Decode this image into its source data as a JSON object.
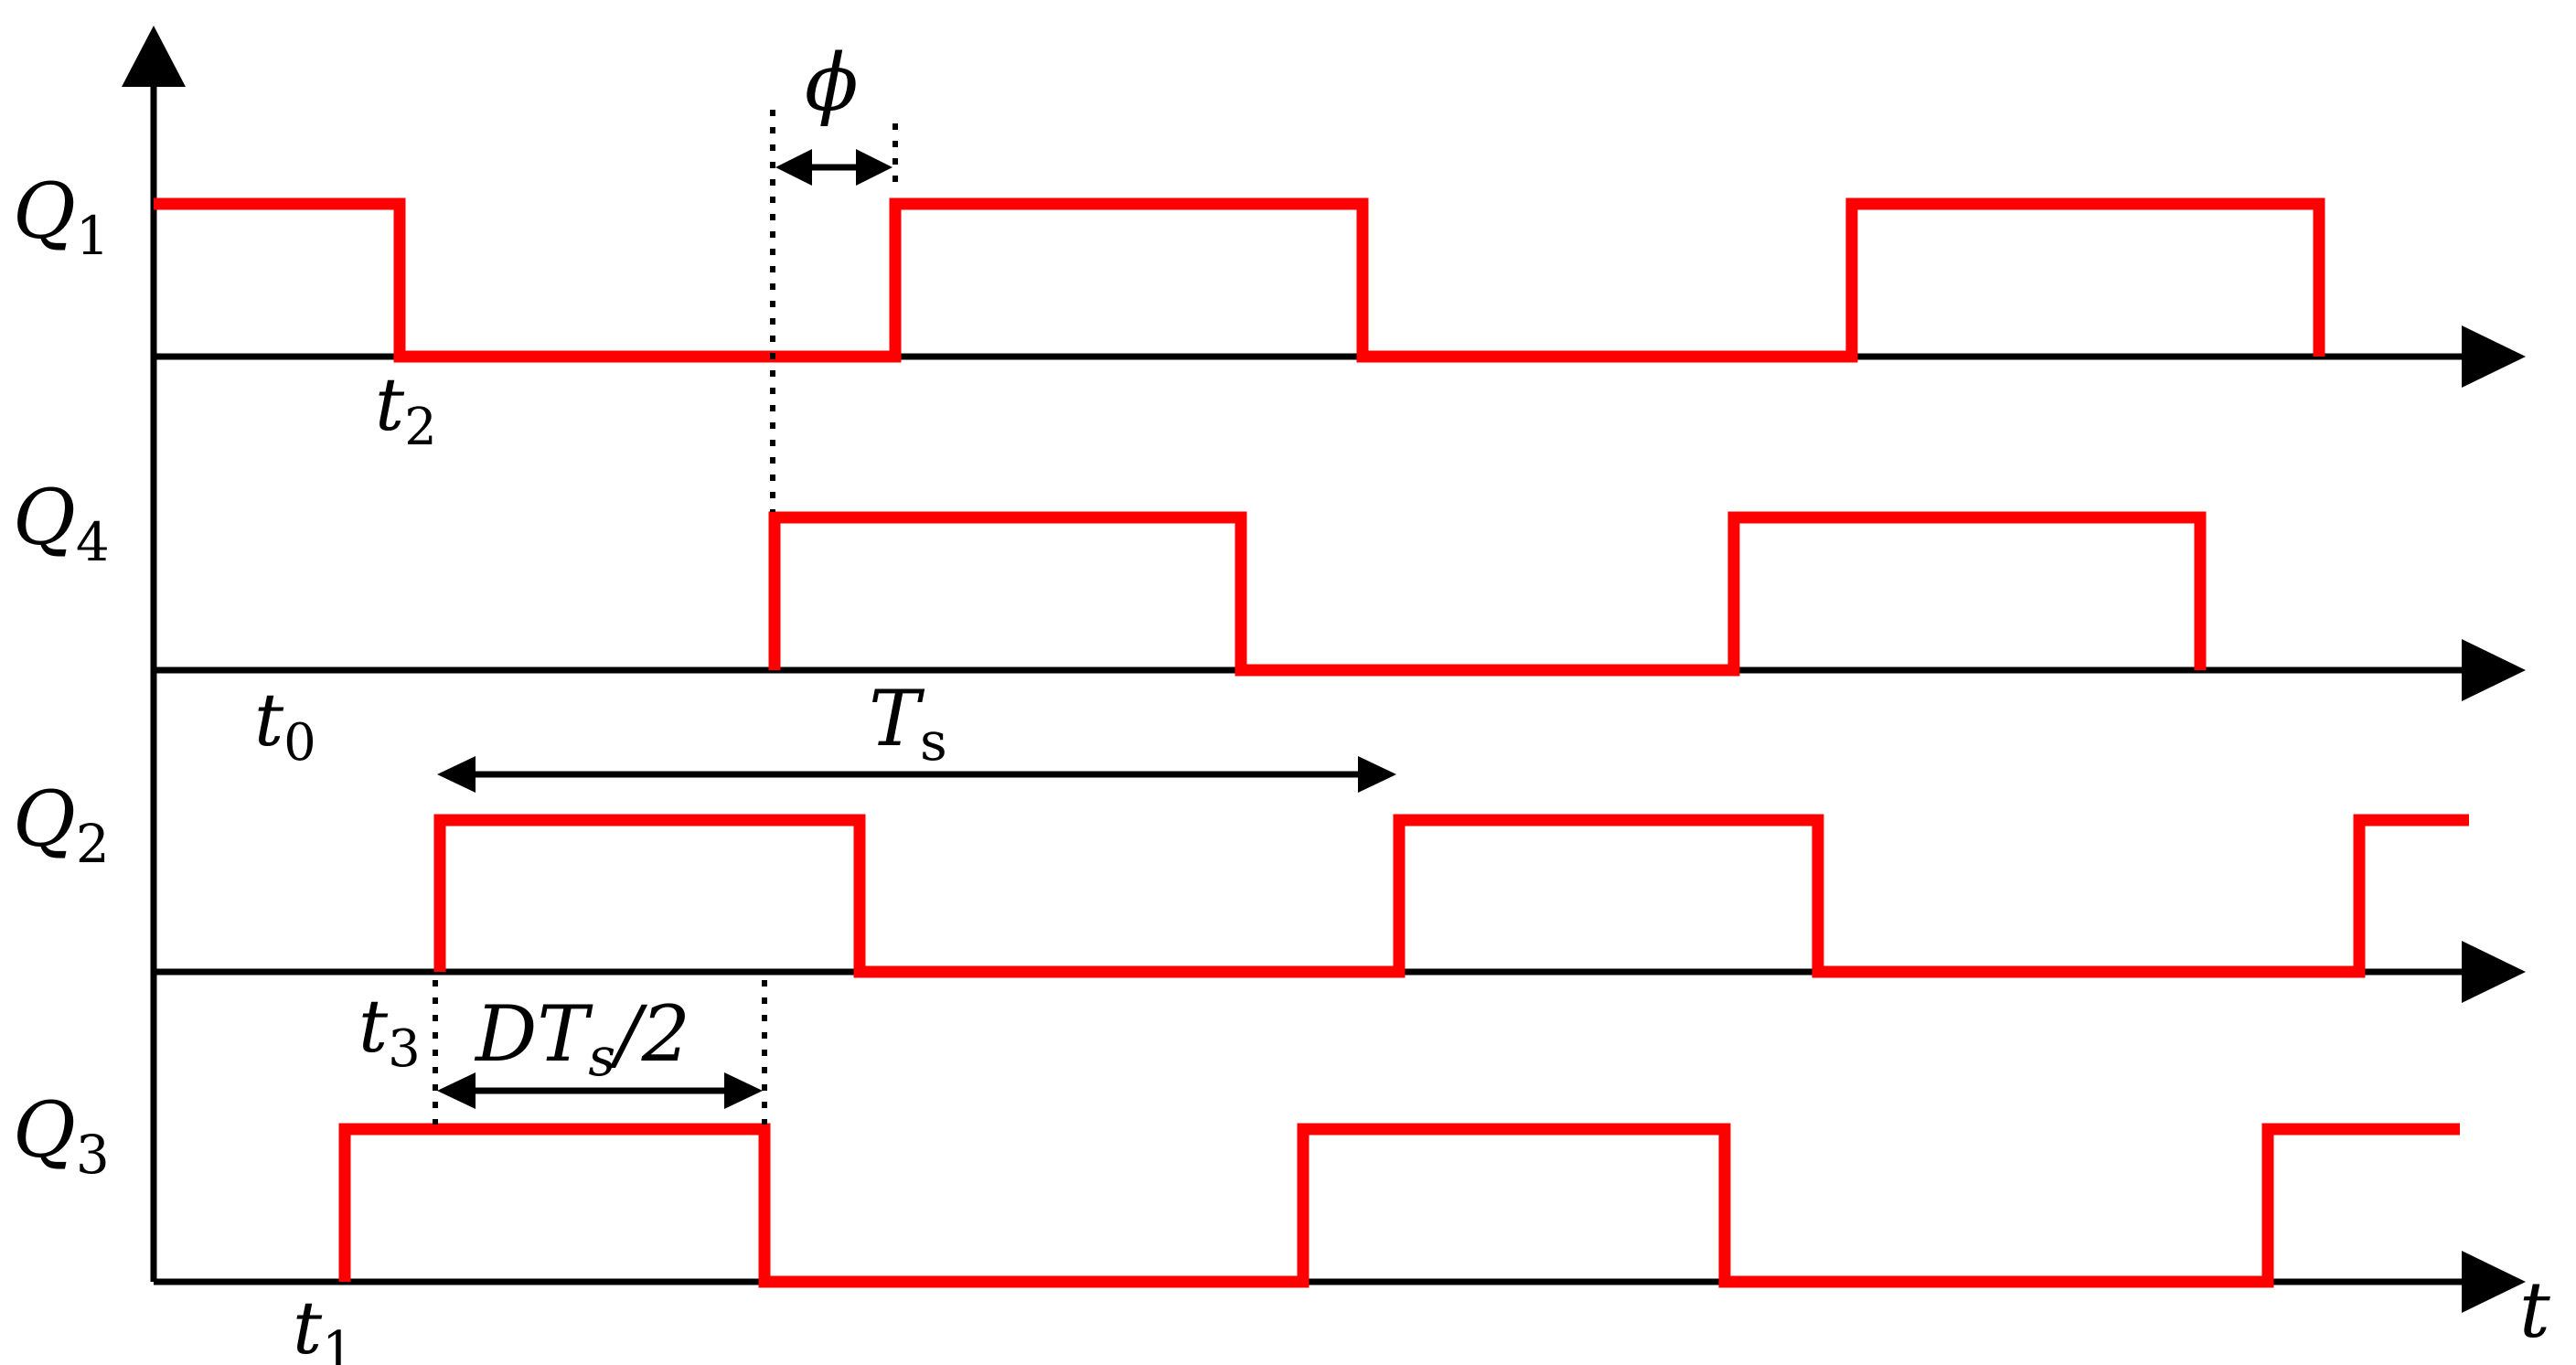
{
  "signals": [
    {
      "name": "Q",
      "sub": "1"
    },
    {
      "name": "Q",
      "sub": "4"
    },
    {
      "name": "Q",
      "sub": "2"
    },
    {
      "name": "Q",
      "sub": "3"
    }
  ],
  "time_labels": {
    "t0": {
      "name": "t",
      "sub": "0"
    },
    "t1": {
      "name": "t",
      "sub": "1"
    },
    "t2": {
      "name": "t",
      "sub": "2"
    },
    "t3": {
      "name": "t",
      "sub": "3"
    },
    "t_axis": "t"
  },
  "annotations": {
    "phi": "ϕ",
    "period": {
      "main": "T",
      "sub": "s"
    },
    "duty": {
      "pre": "DT",
      "sub": "s",
      "post": "/2"
    }
  },
  "colors": {
    "waveform": "#ff0000",
    "axes": "#000000"
  }
}
